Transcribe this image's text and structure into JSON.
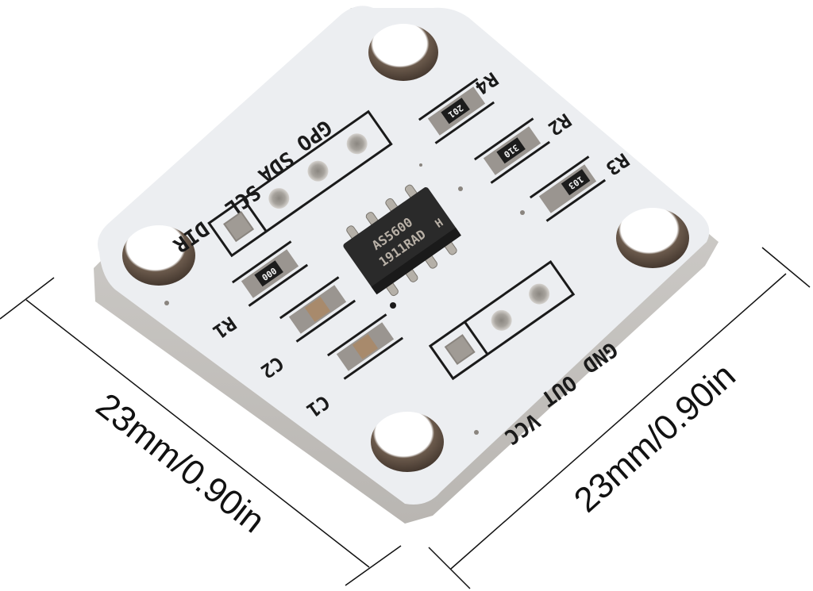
{
  "product": {
    "chip": {
      "line1": "AS5600",
      "line2": "1911RAD",
      "suffix": "H"
    },
    "colors": {
      "board": "#eceef1",
      "board_edge": "#c9c7c4",
      "chip": "#2a2a2a",
      "pad": "#9a9590",
      "silkscreen": "#1a1a1a"
    }
  },
  "header_top": {
    "labels": {
      "dir": "DIR",
      "scl": "SCL",
      "sda": "SDA",
      "gpo": "GPO"
    }
  },
  "header_bottom": {
    "labels": {
      "vcc": "VCC",
      "out": "OUT",
      "gnd": "GND"
    }
  },
  "components": {
    "r1": {
      "ref": "R1",
      "code": "000"
    },
    "r2": {
      "ref": "R2",
      "code": "310"
    },
    "r3": {
      "ref": "R3",
      "code": "103"
    },
    "r4": {
      "ref": "R4",
      "code": "201"
    },
    "c1": {
      "ref": "C1"
    },
    "c2": {
      "ref": "C2"
    }
  },
  "dimensions": {
    "left": "23mm/0.90in",
    "right": "23mm/0.90in"
  }
}
